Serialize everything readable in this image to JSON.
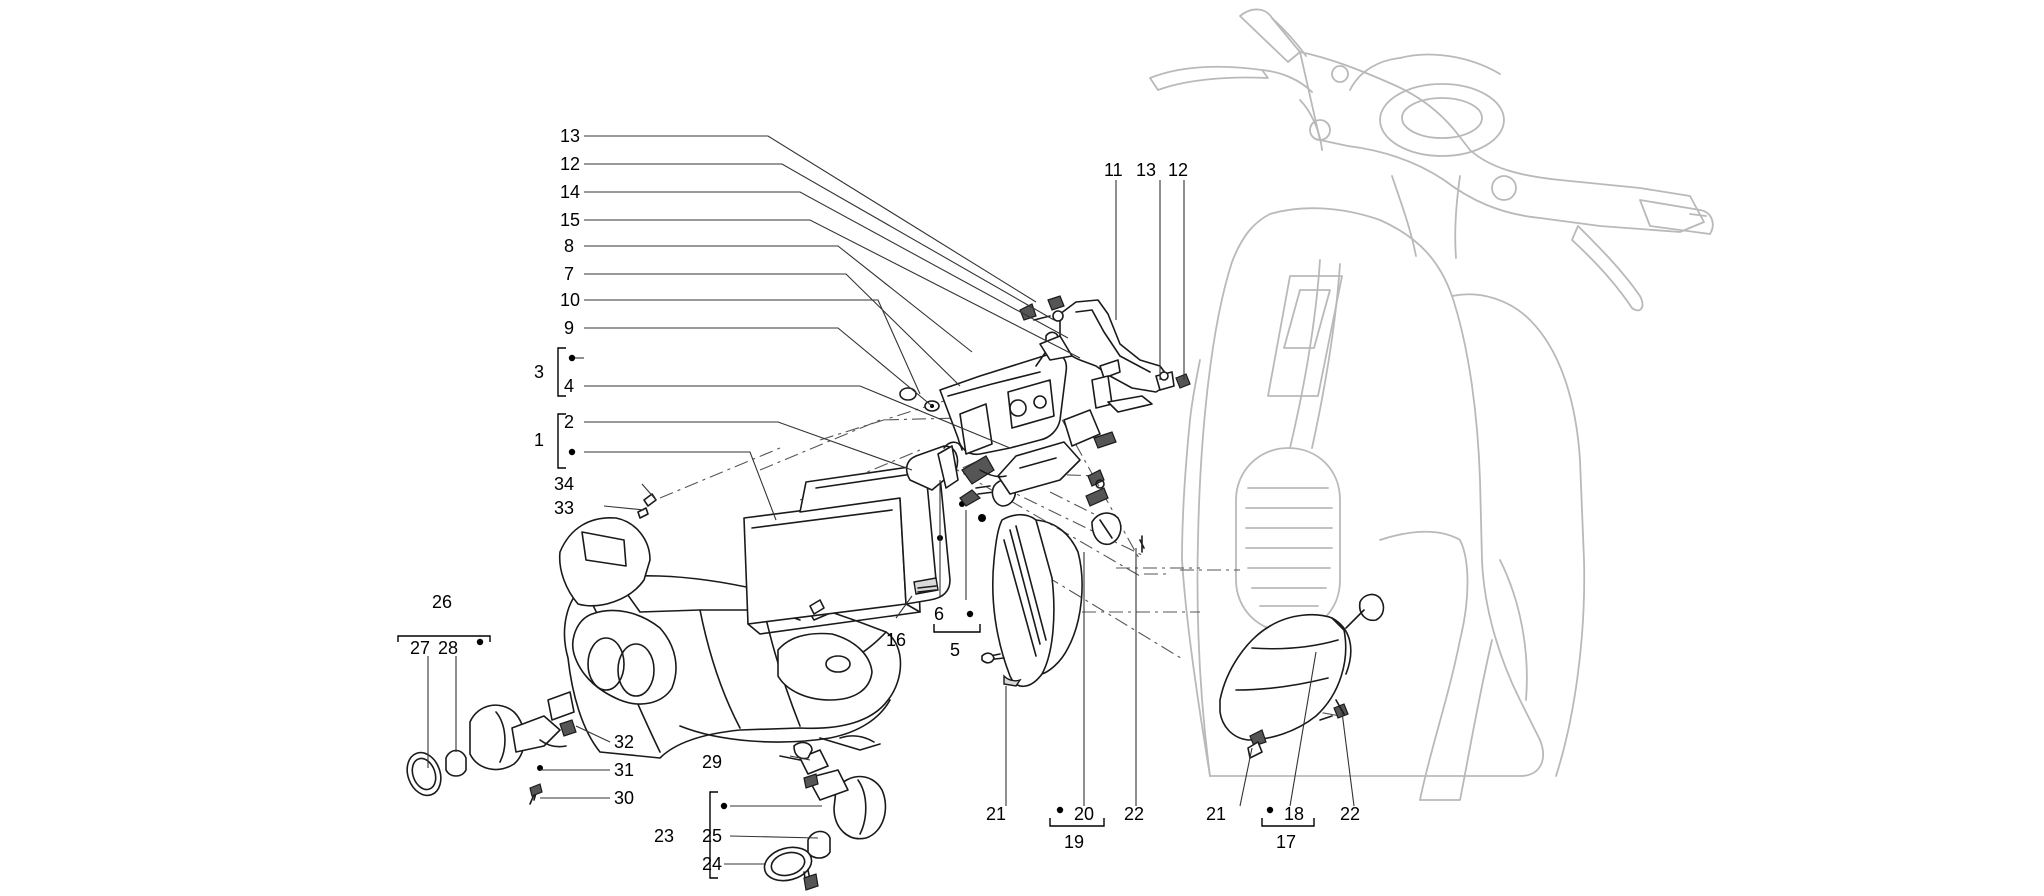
{
  "callouts": {
    "n1": "1",
    "n2": "2",
    "n3": "3",
    "n4": "4",
    "n5": "5",
    "n6": "6",
    "n7": "7",
    "n8": "8",
    "n9": "9",
    "n10": "10",
    "n11": "11",
    "n12a": "12",
    "n12b": "12",
    "n13a": "13",
    "n13b": "13",
    "n14": "14",
    "n15": "15",
    "n16": "16",
    "n17": "17",
    "n18": "18",
    "n19": "19",
    "n20": "20",
    "n21a": "21",
    "n21b": "21",
    "n22a": "22",
    "n22b": "22",
    "n23": "23",
    "n24": "24",
    "n25": "25",
    "n26": "26",
    "n27": "27",
    "n28": "28",
    "n29": "29",
    "n30": "30",
    "n31": "31",
    "n32": "32",
    "n33": "33",
    "n34": "34"
  }
}
